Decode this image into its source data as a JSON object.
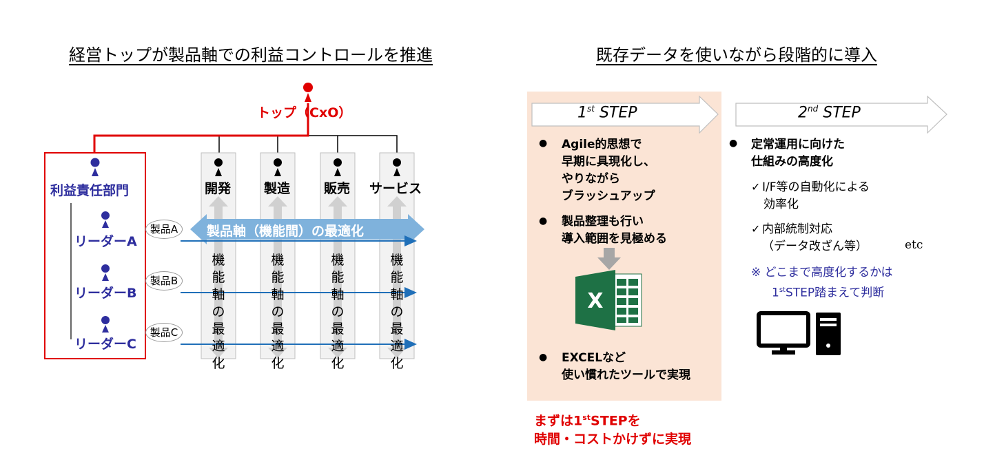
{
  "left": {
    "title": "経営トップが製品軸での利益コントロールを推進",
    "top_label": "トップ（CxO）",
    "profit_dept": "利益責任部門",
    "leaders": [
      "リーダーA",
      "リーダーB",
      "リーダーC"
    ],
    "products": [
      "製品A",
      "製品B",
      "製品C"
    ],
    "functions": [
      "開発",
      "製造",
      "販売",
      "サービス"
    ],
    "function_opt_chars": [
      "機",
      "能",
      "軸",
      "の",
      "最",
      "適",
      "化"
    ],
    "product_axis_label": "製品軸（機能間）の最適化"
  },
  "right": {
    "title": "既存データを使いながら段階的に導入",
    "step1": {
      "num": "1",
      "sup": "st",
      "word": " STEP",
      "bullets": [
        [
          "Agile的思想で",
          "早期に具現化し、",
          "やりながら",
          "ブラッシュアップ"
        ],
        [
          "製品整理も行い",
          "導入範囲を見極める"
        ],
        [
          "EXCELなど",
          "使い慣れたツールで実現"
        ]
      ],
      "conclusion_line1_pre": "まずは1",
      "conclusion_line1_sup": "st",
      "conclusion_line1_post": "STEPを",
      "conclusion_line2": "時間・コストかけずに実現"
    },
    "step2": {
      "num": "2",
      "sup": "nd",
      "word": " STEP",
      "bullet": [
        "定常運用に向けた",
        "仕組みの高度化"
      ],
      "check1": [
        "I/F等の自動化による",
        "効率化"
      ],
      "check2": [
        "内部統制対応",
        "（データ改ざん等）"
      ],
      "etc": "etc",
      "note_line1": "※ どこまで高度化するかは",
      "note_line2_pre": "1",
      "note_line2_sup": "st",
      "note_line2_post": "STEP踏まえて判断"
    }
  },
  "colors": {
    "red": "#e00000",
    "navy": "#2e2e9e",
    "blue_arrow": "#1f6fb8",
    "light_blue": "#7fb2dc",
    "step1_bg": "#fbe4d5",
    "excel_green": "#1e7145"
  }
}
